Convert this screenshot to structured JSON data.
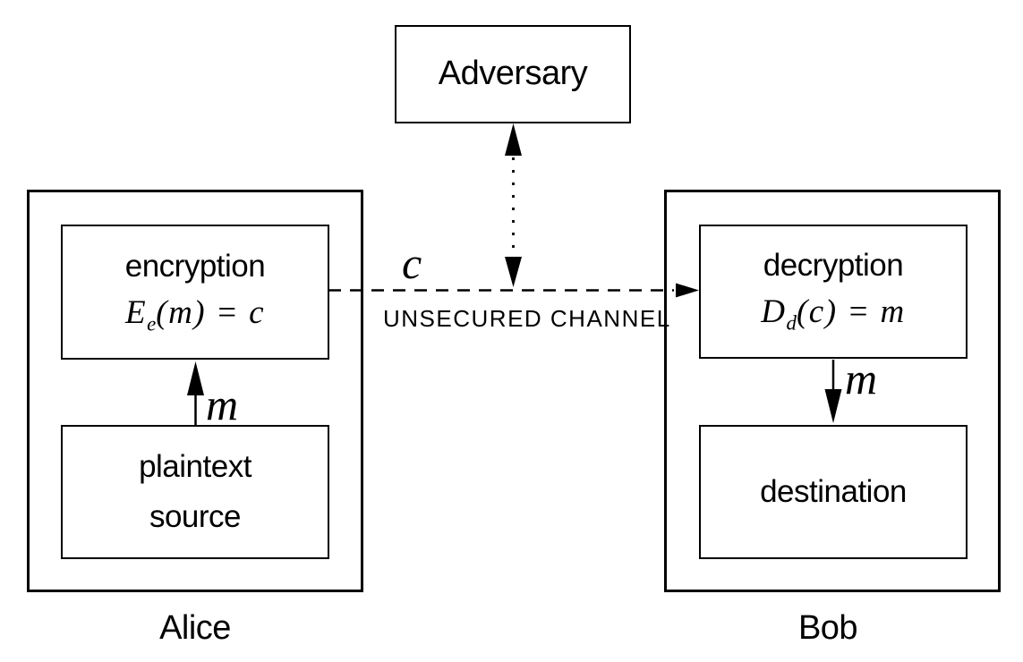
{
  "colors": {
    "ink": "#000000",
    "background": "#ffffff"
  },
  "adversary": {
    "label": "Adversary"
  },
  "alice": {
    "caption": "Alice",
    "encryption_box": {
      "title": "encryption",
      "formula": {
        "func": "E",
        "sub": "e",
        "rest": "(m) = c"
      }
    },
    "plaintext_box": {
      "line1": "plaintext",
      "line2": "source"
    }
  },
  "bob": {
    "caption": "Bob",
    "decryption_box": {
      "title": "decryption",
      "formula": {
        "func": "D",
        "sub": "d",
        "rest": "(c) = m"
      }
    },
    "destination_box": {
      "label": "destination"
    }
  },
  "channel": {
    "ciphertext_label": "c",
    "name": "UNSECURED CHANNEL",
    "message_label_to_encryption": "m",
    "message_label_to_destination": "m"
  }
}
